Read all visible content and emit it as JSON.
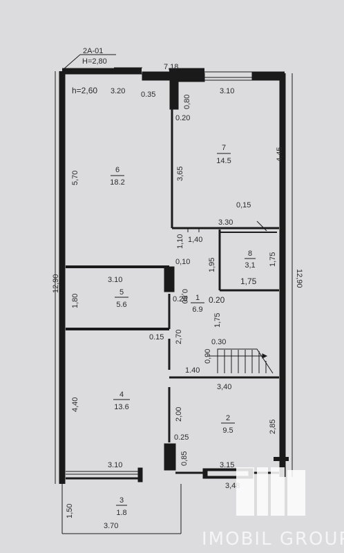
{
  "header": {
    "sheet": "2A-01",
    "height_total": "H=2,80",
    "height_room": "h=2,60"
  },
  "rooms": [
    {
      "id": "room-6",
      "number": "6",
      "area": "18.2"
    },
    {
      "id": "room-7",
      "number": "7",
      "area": "14.5"
    },
    {
      "id": "room-8",
      "number": "8",
      "area": "3,1"
    },
    {
      "id": "room-5",
      "number": "5",
      "area": "5.6"
    },
    {
      "id": "room-1",
      "number": "1",
      "area": "6.9"
    },
    {
      "id": "room-4",
      "number": "4",
      "area": "13.6"
    },
    {
      "id": "room-2",
      "number": "2",
      "area": "9.5"
    },
    {
      "id": "room-3",
      "number": "3",
      "area": "1.8"
    }
  ],
  "dims": {
    "top_718": "7,18",
    "top_320": "3.20",
    "top_035": "0.35",
    "top_080": "0,80",
    "top_310": "3.10",
    "d_020a": "0.20",
    "d_570": "5,70",
    "d_365": "3,65",
    "d_445": "4,45",
    "d_015a": "0,15",
    "d_330": "3.30",
    "d_140a": "1,40",
    "d_110": "1,10",
    "d_010": "0,10",
    "d_195": "1,95",
    "d_175v": "1,75",
    "d_175h": "1,75",
    "d_310b": "3.10",
    "d_080b": "0,80",
    "d_020b": "0.20",
    "d_020c": "0.20",
    "d_180": "1,80",
    "d_175c": "1,75",
    "d_015b": "0.15",
    "d_270": "2,70",
    "d_030": "0.30",
    "d_090": "0,90",
    "d_140b": "1.40",
    "d_340": "3,40",
    "d_1290l": "12,90",
    "d_1290r": "12,90",
    "d_440": "4,40",
    "d_200": "2,00",
    "d_285": "2,85",
    "d_025": "0.25",
    "d_085": "0,85",
    "d_310c": "3.10",
    "d_315": "3.15",
    "d_348": "3,48",
    "d_150": "1,50",
    "d_370": "3.70"
  },
  "watermark": {
    "text": "IMOBIL GROUP"
  },
  "colors": {
    "background": "#dcdcde",
    "line": "#1a1a1a",
    "watermark": "#ffffff"
  }
}
